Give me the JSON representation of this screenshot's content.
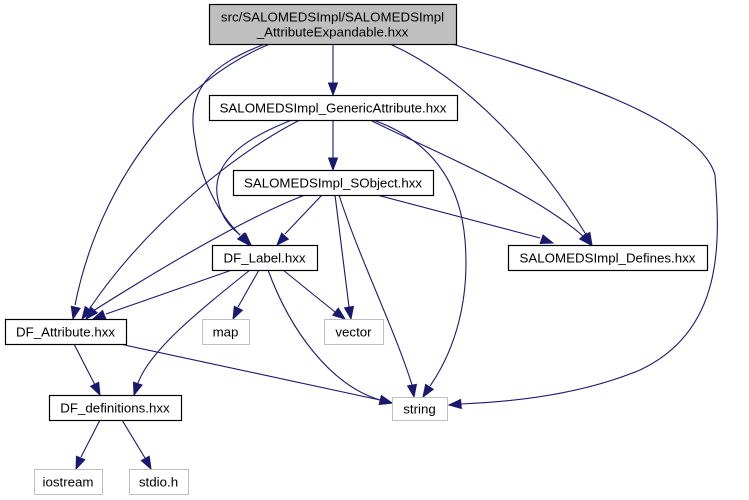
{
  "diagram": {
    "type": "include-dependency-graph",
    "colors": {
      "edge": "#191970",
      "root_fill": "#bfbfbf",
      "node_border": "#000000",
      "external_border": "#bfbfbf",
      "background": "#ffffff"
    },
    "nodes": [
      {
        "id": "root",
        "lines": [
          "src/SALOMEDSImpl/SALOMEDSImpl",
          "_AttributeExpandable.hxx"
        ],
        "kind": "root"
      },
      {
        "id": "generic",
        "lines": [
          "SALOMEDSImpl_GenericAttribute.hxx"
        ],
        "kind": "internal"
      },
      {
        "id": "sobject",
        "lines": [
          "SALOMEDSImpl_SObject.hxx"
        ],
        "kind": "internal"
      },
      {
        "id": "dflabel",
        "lines": [
          "DF_Label.hxx"
        ],
        "kind": "internal"
      },
      {
        "id": "defines",
        "lines": [
          "SALOMEDSImpl_Defines.hxx"
        ],
        "kind": "internal"
      },
      {
        "id": "dfattr",
        "lines": [
          "DF_Attribute.hxx"
        ],
        "kind": "internal"
      },
      {
        "id": "map",
        "lines": [
          "map"
        ],
        "kind": "external"
      },
      {
        "id": "vector",
        "lines": [
          "vector"
        ],
        "kind": "external"
      },
      {
        "id": "dfdefs",
        "lines": [
          "DF_definitions.hxx"
        ],
        "kind": "internal"
      },
      {
        "id": "string",
        "lines": [
          "string"
        ],
        "kind": "external"
      },
      {
        "id": "iostream",
        "lines": [
          "iostream"
        ],
        "kind": "external"
      },
      {
        "id": "stdio",
        "lines": [
          "stdio.h"
        ],
        "kind": "external"
      }
    ],
    "edges": [
      {
        "from": "root",
        "to": "generic"
      },
      {
        "from": "root",
        "to": "dfattr"
      },
      {
        "from": "root",
        "to": "dflabel"
      },
      {
        "from": "root",
        "to": "defines"
      },
      {
        "from": "root",
        "to": "string"
      },
      {
        "from": "generic",
        "to": "sobject"
      },
      {
        "from": "generic",
        "to": "dflabel"
      },
      {
        "from": "generic",
        "to": "dfattr"
      },
      {
        "from": "generic",
        "to": "defines"
      },
      {
        "from": "generic",
        "to": "string"
      },
      {
        "from": "sobject",
        "to": "dflabel"
      },
      {
        "from": "sobject",
        "to": "dfattr"
      },
      {
        "from": "sobject",
        "to": "defines"
      },
      {
        "from": "sobject",
        "to": "vector"
      },
      {
        "from": "sobject",
        "to": "string"
      },
      {
        "from": "dflabel",
        "to": "dfattr"
      },
      {
        "from": "dflabel",
        "to": "map"
      },
      {
        "from": "dflabel",
        "to": "vector"
      },
      {
        "from": "dflabel",
        "to": "string"
      },
      {
        "from": "dflabel",
        "to": "dfdefs"
      },
      {
        "from": "dfattr",
        "to": "dfdefs"
      },
      {
        "from": "dfattr",
        "to": "string"
      },
      {
        "from": "dfdefs",
        "to": "iostream"
      },
      {
        "from": "dfdefs",
        "to": "stdio"
      }
    ]
  }
}
